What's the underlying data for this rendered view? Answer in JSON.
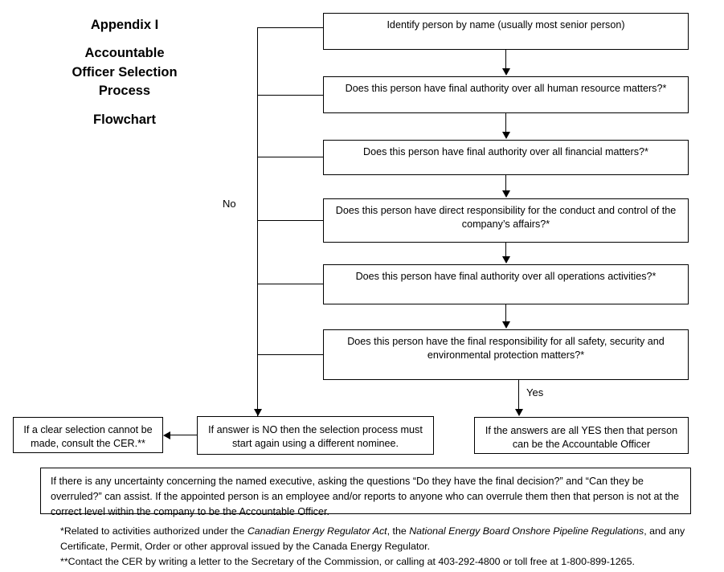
{
  "title": {
    "line1": "Appendix I",
    "line2": "Accountable",
    "line3": "Officer Selection",
    "line4": "Process",
    "line5": "Flowchart"
  },
  "flowchart": {
    "steps": [
      {
        "id": "identify",
        "text": "Identify person by name (usually most senior person)"
      },
      {
        "id": "hr-authority",
        "text": "Does this person have  final authority over all human resource matters?*"
      },
      {
        "id": "financial-authority",
        "text": "Does this person have  final authority over all financial matters?*"
      },
      {
        "id": "conduct-control",
        "text": "Does this person have direct responsibility for the conduct and control of the company’s affairs?*"
      },
      {
        "id": "operations-authority",
        "text": "Does this person have final authority over all operations activities?*"
      },
      {
        "id": "safety-security",
        "text": "Does this person have the final responsibility for all safety, security and environmental protection matters?*"
      }
    ],
    "branch_labels": {
      "no": "No",
      "yes": "Yes"
    },
    "outcomes": [
      {
        "id": "consult-cer",
        "text": "If a clear selection cannot be made, consult the CER.**"
      },
      {
        "id": "restart-process",
        "text": "If answer is NO then the selection process must start again using a different nominee."
      },
      {
        "id": "accountable-officer",
        "text": "If the answers are all YES then that person can be the Accountable Officer"
      }
    ]
  },
  "note": {
    "text": "If there is any uncertainty concerning the named executive, asking the questions “Do they have the final decision?” and “Can they be overruled?” can assist. If the appointed person is an employee and/or reports to anyone who can overrule them then that person is not at the correct level within the company to be the Accountable Officer."
  },
  "footnotes": {
    "single_asterisk": {
      "part1": "*Related to activities authorized under the ",
      "italic1": "Canadian Energy Regulator Act",
      "part2": ", the ",
      "italic2": "National Energy Board Onshore Pipeline Regulations",
      "part3": ", and any Certificate, Permit, Order or other approval issued by the Canada Energy Regulator."
    },
    "double_asterisk": {
      "text": "**Contact the CER by writing a letter to the Secretary of the Commission, or calling at 403-292-4800 or toll free at 1-800-899-1265."
    }
  },
  "colors": {
    "line": "#000000",
    "background": "#ffffff",
    "text": "#000000"
  }
}
